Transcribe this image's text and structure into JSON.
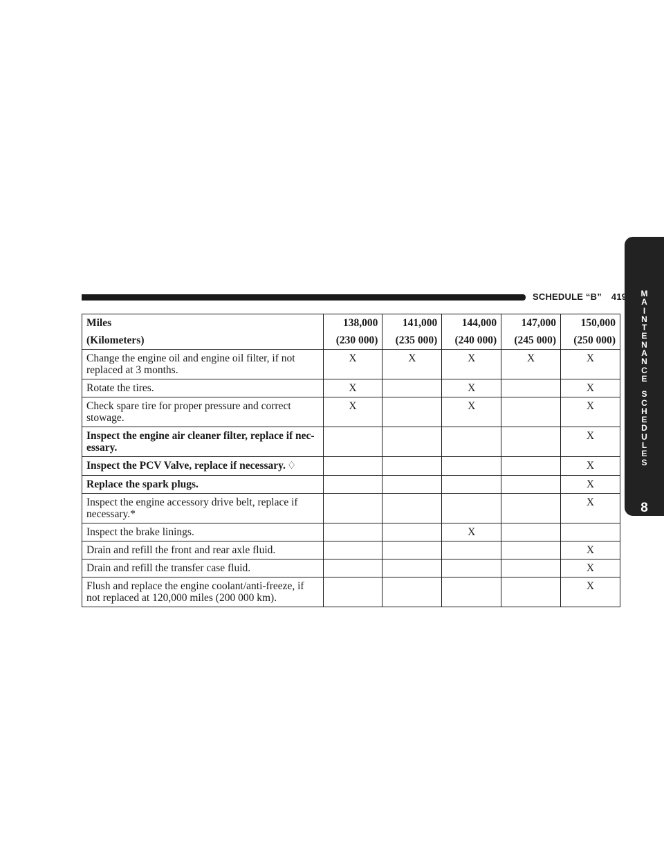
{
  "header": {
    "title": "SCHEDULE “B”",
    "page_number": "419"
  },
  "side_tab": {
    "letters": [
      "M",
      "A",
      "I",
      "N",
      "T",
      "E",
      "N",
      "A",
      "N",
      "C",
      "E",
      "",
      "S",
      "C",
      "H",
      "E",
      "D",
      "U",
      "L",
      "E",
      "S"
    ],
    "chapter_number": "8"
  },
  "table": {
    "header": {
      "label_line1": "Miles",
      "label_line2": "(Kilometers)",
      "columns": [
        {
          "miles": "138,000",
          "km": "(230 000)"
        },
        {
          "miles": "141,000",
          "km": "(235 000)"
        },
        {
          "miles": "144,000",
          "km": "(240 000)"
        },
        {
          "miles": "147,000",
          "km": "(245 000)"
        },
        {
          "miles": "150,000",
          "km": "(250 000)"
        }
      ]
    },
    "rows": [
      {
        "task": "Change the engine oil and engine oil filter, if not replaced at 3 months.",
        "bold": false,
        "marks": [
          "X",
          "X",
          "X",
          "X",
          "X"
        ]
      },
      {
        "task": "Rotate the tires.",
        "bold": false,
        "marks": [
          "X",
          "",
          "X",
          "",
          "X"
        ]
      },
      {
        "task": "Check spare tire for proper pressure and correct stowage.",
        "bold": false,
        "marks": [
          "X",
          "",
          "X",
          "",
          "X"
        ]
      },
      {
        "task": "Inspect the engine air cleaner filter, replace if nec- essary.",
        "bold": true,
        "marks": [
          "",
          "",
          "",
          "",
          "X"
        ]
      },
      {
        "task": "Inspect the PCV Valve, replace if necessary.",
        "bold": true,
        "symbol": "♢",
        "marks": [
          "",
          "",
          "",
          "",
          "X"
        ]
      },
      {
        "task": "Replace the spark plugs.",
        "bold": true,
        "marks": [
          "",
          "",
          "",
          "",
          "X"
        ]
      },
      {
        "task": "Inspect the engine accessory drive belt, replace if necessary.*",
        "bold": false,
        "marks": [
          "",
          "",
          "",
          "",
          "X"
        ]
      },
      {
        "task": "Inspect the brake linings.",
        "bold": false,
        "marks": [
          "",
          "",
          "X",
          "",
          ""
        ]
      },
      {
        "task": "Drain and refill the front and rear axle fluid.",
        "bold": false,
        "marks": [
          "",
          "",
          "",
          "",
          "X"
        ]
      },
      {
        "task": "Drain and refill the transfer case fluid.",
        "bold": false,
        "marks": [
          "",
          "",
          "",
          "",
          "X"
        ]
      },
      {
        "task": "Flush and replace the engine coolant/anti-freeze, if not replaced at 120,000 miles (200 000 km).",
        "bold": false,
        "marks": [
          "",
          "",
          "",
          "",
          "X"
        ]
      }
    ]
  }
}
